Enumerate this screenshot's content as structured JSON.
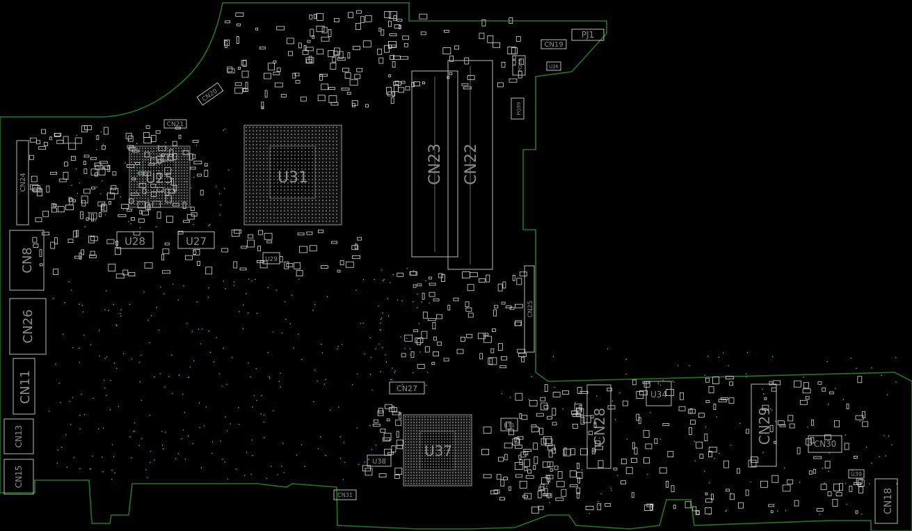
{
  "board": {
    "outline_color": "#1e7a1e",
    "label_color": "#8a8a8a",
    "part_color": "#d8d8d8",
    "via_color": "#2aa6a6"
  },
  "labels": {
    "cn8": "CN8",
    "cn26": "CN26",
    "cn11": "CN11",
    "cn13": "CN13",
    "cn15": "CN15",
    "cn24": "CN24",
    "cn20": "CN20",
    "cn21": "CN21",
    "u25": "U25",
    "u28": "U28",
    "u27": "U27",
    "u29": "U29",
    "cpu": "U31",
    "cn23": "CN23",
    "cn22": "CN22",
    "cn25": "CN25",
    "cn19": "CN19",
    "pj1": "PJ1",
    "pq38": "PQ38",
    "pq39": "PQ39",
    "u26": "U26",
    "cn27": "CN27",
    "u37": "U37",
    "u38": "U38",
    "cn31": "CN31",
    "bt1": "BT1",
    "cn28": "CN28",
    "u34": "U34",
    "cn29": "CN29",
    "cn30": "CN30",
    "u39": "U39",
    "cn18": "CN18"
  }
}
